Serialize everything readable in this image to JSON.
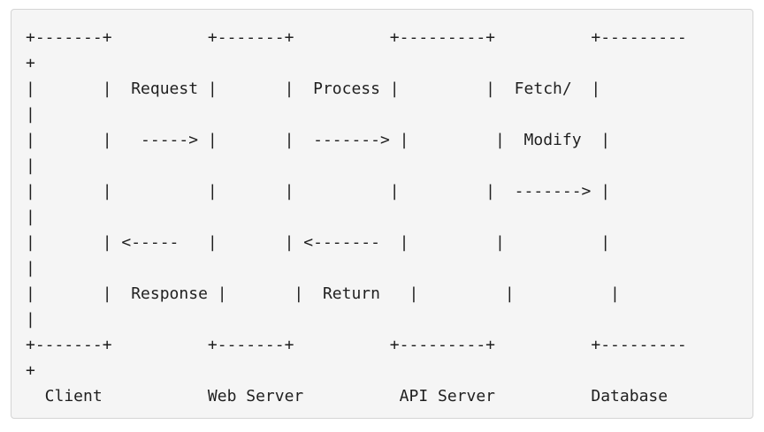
{
  "code_block": {
    "lines": [
      "+-------+          +-------+          +---------+          +---------",
      "+",
      "|       |  Request |       |  Process |         |  Fetch/  |",
      "|",
      "|       |   -----> |       |  -------> |         |  Modify  |",
      "|",
      "|       |          |       |          |         |  -------> |",
      "|",
      "|       | <-----   |       | <-------  |         |          |",
      "|",
      "|       |  Response |       |  Return   |         |          |",
      "|",
      "+-------+          +-------+          +---------+          +---------",
      "+",
      "  Client           Web Server          API Server          Database"
    ]
  }
}
